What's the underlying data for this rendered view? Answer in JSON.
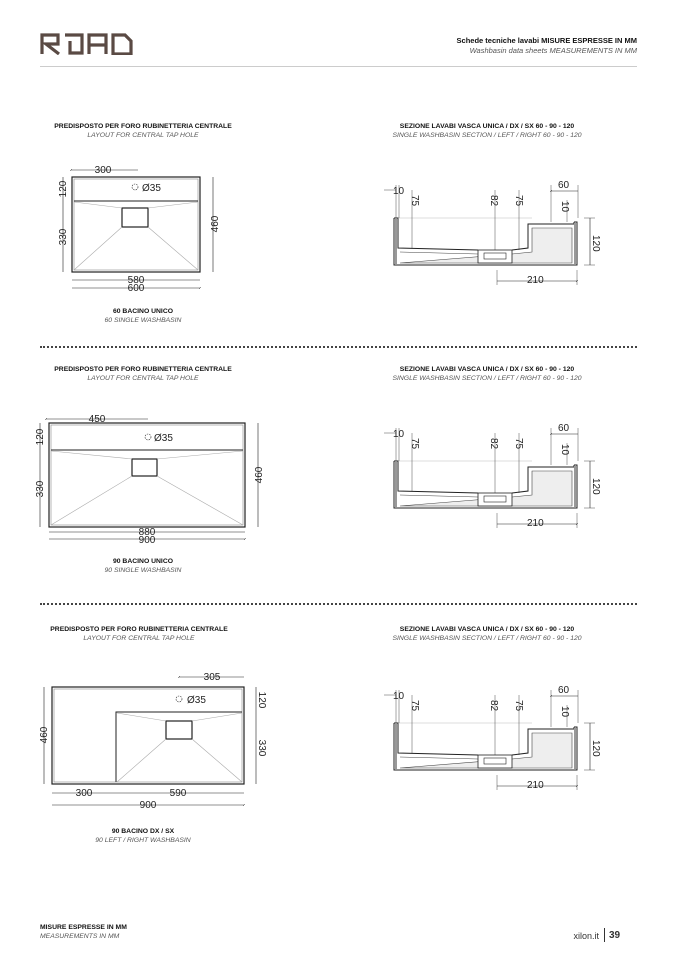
{
  "header": {
    "logo": "ROAD",
    "title_it": "Schede tecniche lavabi MISURE ESPRESSE IN MM",
    "title_en": "Washbasin data sheets MEASUREMENTS IN MM"
  },
  "section_view": {
    "title_it": "SEZIONE LAVABI VASCA UNICA / DX / SX 60 - 90 - 120",
    "title_en": "SINGLE WASHBASIN SECTION / LEFT / RIGHT 60 - 90 - 120",
    "dims": {
      "edge": "10",
      "a": "75",
      "depth": "82",
      "b": "75",
      "shelf": "60",
      "shelf_t": "10",
      "height": "120",
      "width": "210"
    }
  },
  "plans": [
    {
      "title_it": "PREDISPOSTO PER FORO RUBINETTERIA CENTRALE",
      "title_en": "LAYOUT FOR CENTRAL TAP HOLE",
      "dims": {
        "tap_offset": "300",
        "top": "120",
        "basin": "330",
        "depth": "460",
        "inner": "580",
        "outer": "600",
        "hole": "Ø35"
      },
      "caption_it": "60 BACINO UNICO",
      "caption_en": "60 SINGLE WASHBASIN"
    },
    {
      "title_it": "PREDISPOSTO PER FORO RUBINETTERIA CENTRALE",
      "title_en": "LAYOUT FOR CENTRAL TAP HOLE",
      "dims": {
        "tap_offset": "450",
        "top": "120",
        "basin": "330",
        "depth": "460",
        "inner": "880",
        "outer": "900",
        "hole": "Ø35"
      },
      "caption_it": "90 BACINO UNICO",
      "caption_en": "90 SINGLE WASHBASIN"
    },
    {
      "title_it": "PREDISPOSTO PER FORO  RUBINETTERIA CENTRALE",
      "title_en": "LAYOUT FOR CENTRAL TAP HOLE",
      "dims": {
        "tap_offset": "305",
        "top": "120",
        "basin": "330",
        "depth": "460",
        "shelf": "300",
        "inner": "590",
        "outer": "900",
        "hole": "Ø35"
      },
      "caption_it": "90 BACINO DX / SX",
      "caption_en": "90 LEFT / RIGHT WASHBASIN"
    }
  ],
  "footer": {
    "note_it": "MISURE ESPRESSE IN MM",
    "note_en": "MEASUREMENTS IN MM",
    "site": "xilon.it",
    "page": "39"
  }
}
